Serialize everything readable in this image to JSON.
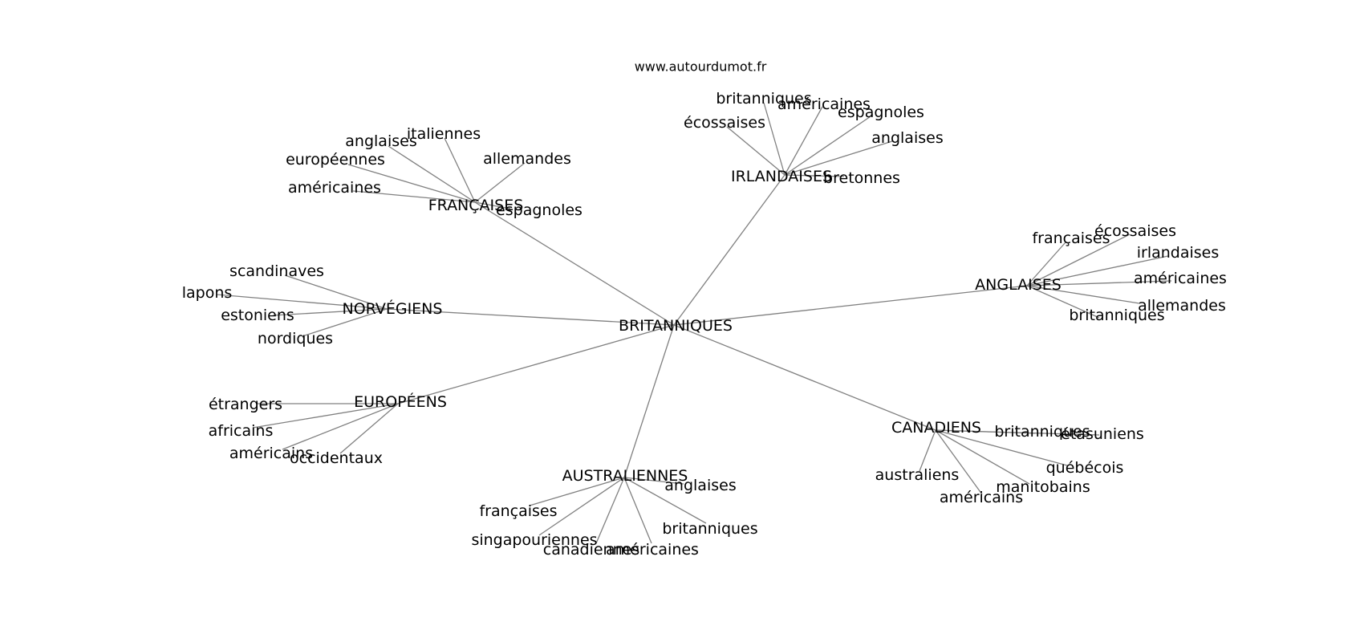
{
  "source": "www.autourdumot.fr",
  "colors": {
    "edge": "#808080",
    "text": "#000000",
    "background": "#ffffff"
  },
  "graph": {
    "center": "BRITANNIQUES",
    "groups": [
      {
        "label": "IRLANDAISES",
        "children": [
          "britanniques",
          "américaines",
          "espagnoles",
          "écossaises",
          "anglaises",
          "bretonnes"
        ]
      },
      {
        "label": "FRANÇAISES",
        "children": [
          "italiennes",
          "anglaises",
          "européennes",
          "allemandes",
          "américaines",
          "espagnoles"
        ]
      },
      {
        "label": "ANGLAISES",
        "children": [
          "françaises",
          "écossaises",
          "irlandaises",
          "américaines",
          "allemandes",
          "britanniques"
        ]
      },
      {
        "label": "NORVÉGIENS",
        "children": [
          "scandinaves",
          "lapons",
          "estoniens",
          "nordiques"
        ]
      },
      {
        "label": "EUROPÉENS",
        "children": [
          "étrangers",
          "africains",
          "américains",
          "occidentaux"
        ]
      },
      {
        "label": "CANADIENS",
        "children": [
          "britanniques",
          "étasuniens",
          "québécois",
          "australiens",
          "manitobains",
          "américains"
        ]
      },
      {
        "label": "AUSTRALIENNES",
        "children": [
          "anglaises",
          "françaises",
          "singapouriennes",
          "canadiennes",
          "américaines",
          "britanniques"
        ]
      }
    ]
  }
}
